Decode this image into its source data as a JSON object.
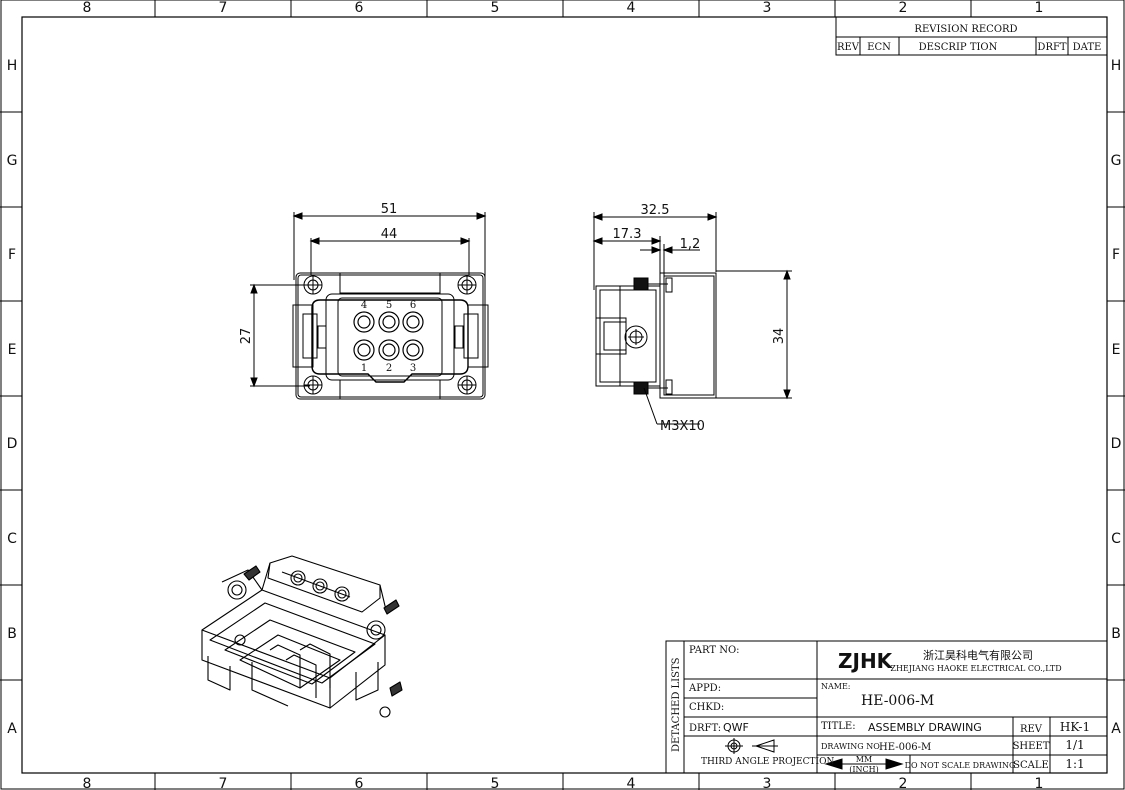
{
  "frame": {
    "columns": [
      "8",
      "7",
      "6",
      "5",
      "4",
      "3",
      "2",
      "1"
    ],
    "rows": [
      "H",
      "G",
      "F",
      "E",
      "D",
      "C",
      "B",
      "A"
    ]
  },
  "revision": {
    "title": "REVISION RECORD",
    "headers": [
      "REV",
      "ECN",
      "DESCRIP TION",
      "DRFT",
      "DATE"
    ]
  },
  "front_view": {
    "dim_overall": "51",
    "dim_holes": "44",
    "dim_height": "27",
    "contacts_top": [
      "4",
      "5",
      "6"
    ],
    "contacts_bottom": [
      "1",
      "2",
      "3"
    ]
  },
  "side_view": {
    "dim_depth": "32.5",
    "dim_flange": "17.3",
    "dim_thickness": "1,2",
    "dim_height": "34",
    "screw_label": "M3X10"
  },
  "title_block": {
    "detached": "DETACHED LISTS",
    "part_no": "PART NO:",
    "appd": "APPD:",
    "chkd": "CHKD:",
    "drft_label": "DRFT:",
    "drft_value": "QWF",
    "projection": "THIRD ANGLE PROJECTION",
    "logo": "ZJHK",
    "company_cn": "浙江昊科电气有限公司",
    "company_en": "ZHEJIANG HAOKE ELECTRICAL CO.,LTD",
    "name_label": "NAME:",
    "name_value": "HE-006-M",
    "title_label": "TITLE:",
    "title_value": "ASSEMBLY DRAWING",
    "rev_label": "REV",
    "rev_value": "HK-1",
    "drawing_label": "DRAWING NO:",
    "drawing_value": "HE-006-M",
    "sheet_label": "SHEET",
    "sheet_value": "1/1",
    "units_mm": "MM",
    "units_inch": "(INCH)",
    "no_scale": "DO NOT SCALE DRAWING",
    "scale_label": "SCALE",
    "scale_value": "1:1"
  }
}
